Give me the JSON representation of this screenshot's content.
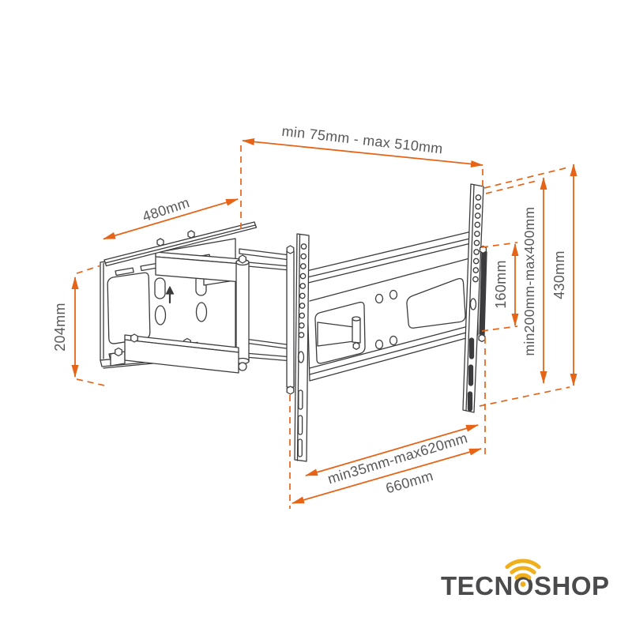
{
  "diagram": {
    "type": "technical-drawing",
    "subject": "full-motion articulating TV wall mount bracket",
    "labels": {
      "extension": "min 75mm - max 510mm",
      "plate_width": "480mm",
      "plate_height": "204mm",
      "hole_spacing": "160mm",
      "vesa_vertical": "min200mm-max400mm",
      "rail_height": "430mm",
      "vesa_horizontal": "min35mm-max620mm",
      "bar_width": "660mm"
    },
    "colors": {
      "dimension_lines": "#e66417",
      "dimension_text": "#58585a",
      "line_art": "#3c3c3e"
    }
  },
  "logo": {
    "text": "TECNOSHOP",
    "icon": "wifi-signal-icon",
    "text_color": "#4b4b4d",
    "icon_color": "#f0b01e"
  }
}
